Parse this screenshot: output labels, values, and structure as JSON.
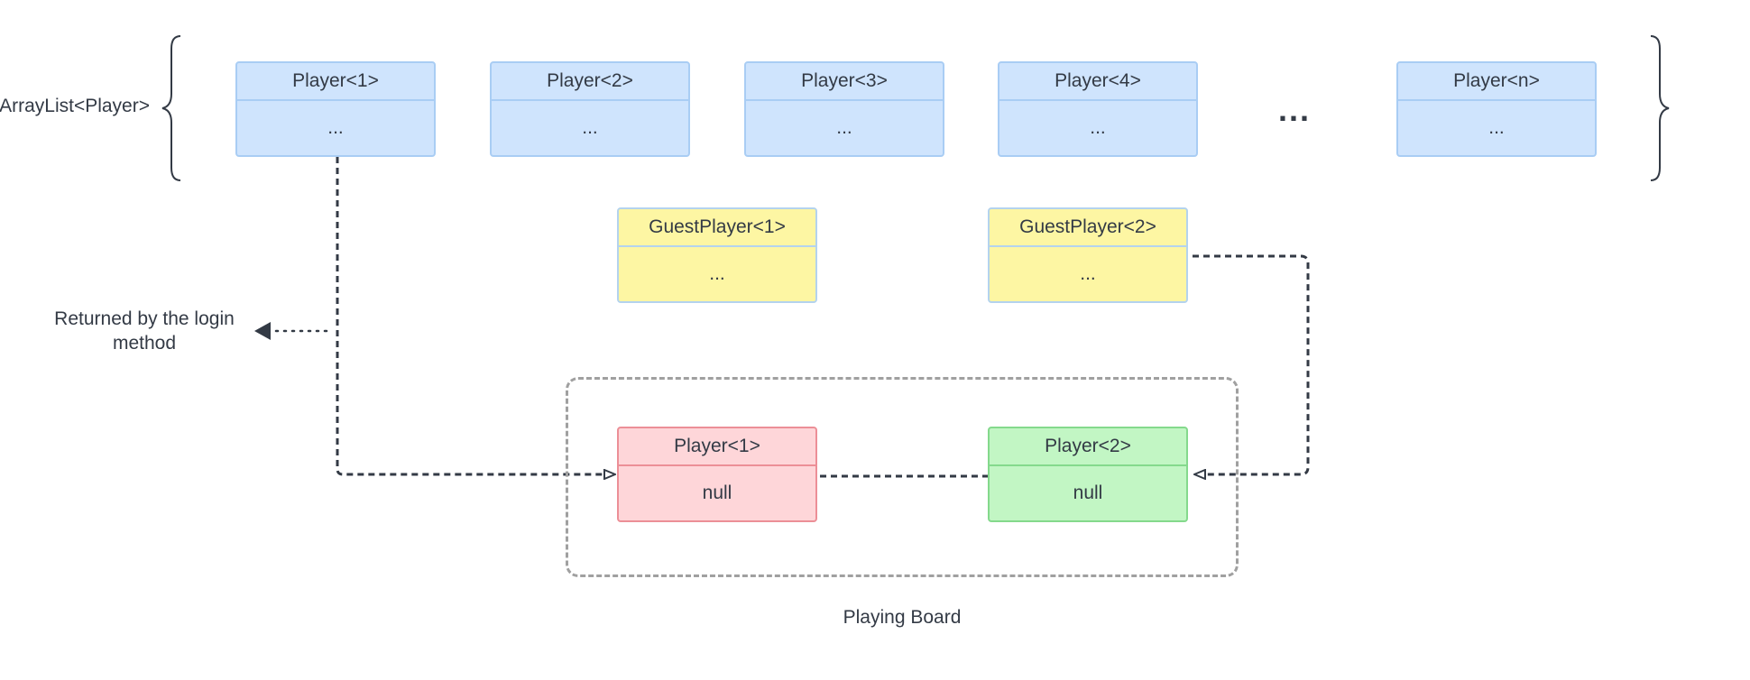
{
  "array_label": "ArrayList<Player>",
  "players": [
    {
      "title": "Player<1>",
      "body": "..."
    },
    {
      "title": "Player<2>",
      "body": "..."
    },
    {
      "title": "Player<3>",
      "body": "..."
    },
    {
      "title": "Player<4>",
      "body": "..."
    },
    {
      "title": "Player<n>",
      "body": "..."
    }
  ],
  "ellipsis": "...",
  "guests": [
    {
      "title": "GuestPlayer<1>",
      "body": "..."
    },
    {
      "title": "GuestPlayer<2>",
      "body": "..."
    }
  ],
  "login_note": {
    "line1": "Returned by the login",
    "line2": "method"
  },
  "board": {
    "label": "Playing Board",
    "slots": [
      {
        "title": "Player<1>",
        "body": "null"
      },
      {
        "title": "Player<2>",
        "body": "null"
      }
    ]
  },
  "colors": {
    "player_fill": "#cfe4fd",
    "guest_fill": "#fdf6a3",
    "slot1_fill": "#fed6d9",
    "slot2_fill": "#c2f6c4",
    "connector": "#333a45"
  }
}
